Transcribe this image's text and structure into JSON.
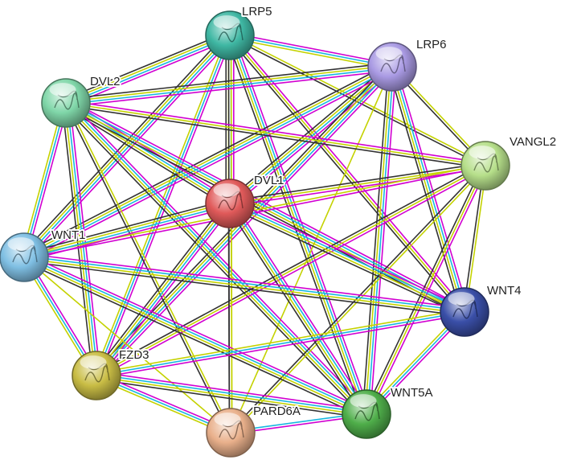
{
  "network": {
    "nodes": [
      {
        "id": "LRP5",
        "label": "LRP5",
        "color": "#3fb7a3"
      },
      {
        "id": "LRP6",
        "label": "LRP6",
        "color": "#a99ae3"
      },
      {
        "id": "DVL2",
        "label": "DVL2",
        "color": "#7fd6a8"
      },
      {
        "id": "VANGL2",
        "label": "VANGL2",
        "color": "#b6df8a"
      },
      {
        "id": "DVL1",
        "label": "DVL1",
        "color": "#e05a5a"
      },
      {
        "id": "WNT1",
        "label": "WNT1",
        "color": "#7fbfe3"
      },
      {
        "id": "WNT4",
        "label": "WNT4",
        "color": "#3a4fa8"
      },
      {
        "id": "FZD3",
        "label": "FZD3",
        "color": "#c9bd45"
      },
      {
        "id": "WNT5A",
        "label": "WNT5A",
        "color": "#4fae4a"
      },
      {
        "id": "PARD6A",
        "label": "PARD6A",
        "color": "#e9b08b"
      }
    ],
    "edges": [
      {
        "a": "LRP5",
        "b": "LRP6",
        "colors": [
          "#d100d1",
          "#19b7e0",
          "#c4d200"
        ]
      },
      {
        "a": "LRP5",
        "b": "DVL2",
        "colors": [
          "#d100d1",
          "#19b7e0",
          "#c4d200",
          "#333333"
        ]
      },
      {
        "a": "LRP5",
        "b": "VANGL2",
        "colors": [
          "#c4d200",
          "#333333"
        ]
      },
      {
        "a": "LRP5",
        "b": "DVL1",
        "colors": [
          "#d100d1",
          "#19b7e0",
          "#c4d200",
          "#333333"
        ]
      },
      {
        "a": "LRP5",
        "b": "WNT1",
        "colors": [
          "#d100d1",
          "#19b7e0",
          "#c4d200",
          "#333333"
        ]
      },
      {
        "a": "LRP5",
        "b": "WNT4",
        "colors": [
          "#d100d1",
          "#c4d200",
          "#333333"
        ]
      },
      {
        "a": "LRP5",
        "b": "FZD3",
        "colors": [
          "#d100d1",
          "#19b7e0",
          "#c4d200"
        ]
      },
      {
        "a": "LRP5",
        "b": "WNT5A",
        "colors": [
          "#d100d1",
          "#19b7e0",
          "#c4d200",
          "#333333"
        ]
      },
      {
        "a": "LRP5",
        "b": "PARD6A",
        "colors": [
          "#c4d200",
          "#333333"
        ]
      },
      {
        "a": "LRP6",
        "b": "DVL2",
        "colors": [
          "#d100d1",
          "#19b7e0",
          "#c4d200",
          "#333333"
        ]
      },
      {
        "a": "LRP6",
        "b": "VANGL2",
        "colors": [
          "#c4d200",
          "#333333"
        ]
      },
      {
        "a": "LRP6",
        "b": "DVL1",
        "colors": [
          "#d100d1",
          "#19b7e0",
          "#c4d200",
          "#333333"
        ]
      },
      {
        "a": "LRP6",
        "b": "WNT1",
        "colors": [
          "#d100d1",
          "#19b7e0",
          "#c4d200",
          "#333333"
        ]
      },
      {
        "a": "LRP6",
        "b": "WNT4",
        "colors": [
          "#d100d1",
          "#19b7e0",
          "#c4d200",
          "#333333"
        ]
      },
      {
        "a": "LRP6",
        "b": "FZD3",
        "colors": [
          "#d100d1",
          "#19b7e0",
          "#c4d200",
          "#333333"
        ]
      },
      {
        "a": "LRP6",
        "b": "WNT5A",
        "colors": [
          "#d100d1",
          "#19b7e0",
          "#c4d200",
          "#333333"
        ]
      },
      {
        "a": "LRP6",
        "b": "PARD6A",
        "colors": [
          "#c4d200"
        ]
      },
      {
        "a": "DVL2",
        "b": "VANGL2",
        "colors": [
          "#d100d1",
          "#c4d200",
          "#333333"
        ]
      },
      {
        "a": "DVL2",
        "b": "DVL1",
        "colors": [
          "#d100d1",
          "#19b7e0",
          "#c4d200",
          "#333333"
        ]
      },
      {
        "a": "DVL2",
        "b": "WNT1",
        "colors": [
          "#d100d1",
          "#19b7e0",
          "#c4d200"
        ]
      },
      {
        "a": "DVL2",
        "b": "WNT4",
        "colors": [
          "#d100d1",
          "#19b7e0",
          "#c4d200",
          "#333333"
        ]
      },
      {
        "a": "DVL2",
        "b": "FZD3",
        "colors": [
          "#d100d1",
          "#19b7e0",
          "#c4d200",
          "#333333"
        ]
      },
      {
        "a": "DVL2",
        "b": "WNT5A",
        "colors": [
          "#d100d1",
          "#19b7e0",
          "#c4d200",
          "#333333"
        ]
      },
      {
        "a": "DVL2",
        "b": "PARD6A",
        "colors": [
          "#c4d200",
          "#333333"
        ]
      },
      {
        "a": "VANGL2",
        "b": "DVL1",
        "colors": [
          "#d100d1",
          "#c4d200",
          "#333333"
        ]
      },
      {
        "a": "VANGL2",
        "b": "WNT1",
        "colors": [
          "#d100d1",
          "#c4d200"
        ]
      },
      {
        "a": "VANGL2",
        "b": "WNT4",
        "colors": [
          "#c4d200",
          "#333333"
        ]
      },
      {
        "a": "VANGL2",
        "b": "FZD3",
        "colors": [
          "#d100d1",
          "#c4d200",
          "#333333"
        ]
      },
      {
        "a": "VANGL2",
        "b": "WNT5A",
        "colors": [
          "#d100d1",
          "#c4d200",
          "#333333"
        ]
      },
      {
        "a": "VANGL2",
        "b": "PARD6A",
        "colors": [
          "#c4d200",
          "#333333"
        ]
      },
      {
        "a": "DVL1",
        "b": "WNT1",
        "colors": [
          "#d100d1",
          "#19b7e0",
          "#c4d200",
          "#333333"
        ]
      },
      {
        "a": "DVL1",
        "b": "WNT4",
        "colors": [
          "#d100d1",
          "#19b7e0",
          "#c4d200",
          "#333333"
        ]
      },
      {
        "a": "DVL1",
        "b": "FZD3",
        "colors": [
          "#d100d1",
          "#19b7e0",
          "#c4d200",
          "#333333"
        ]
      },
      {
        "a": "DVL1",
        "b": "WNT5A",
        "colors": [
          "#d100d1",
          "#19b7e0",
          "#c4d200",
          "#333333"
        ]
      },
      {
        "a": "DVL1",
        "b": "PARD6A",
        "colors": [
          "#c4d200",
          "#333333"
        ]
      },
      {
        "a": "WNT1",
        "b": "WNT4",
        "colors": [
          "#d100d1",
          "#19b7e0",
          "#c4d200",
          "#333333"
        ]
      },
      {
        "a": "WNT1",
        "b": "FZD3",
        "colors": [
          "#d100d1",
          "#19b7e0",
          "#c4d200"
        ]
      },
      {
        "a": "WNT1",
        "b": "WNT5A",
        "colors": [
          "#d100d1",
          "#19b7e0",
          "#c4d200",
          "#333333"
        ]
      },
      {
        "a": "WNT1",
        "b": "PARD6A",
        "colors": [
          "#c4d200"
        ]
      },
      {
        "a": "WNT4",
        "b": "FZD3",
        "colors": [
          "#d100d1",
          "#19b7e0",
          "#c4d200"
        ]
      },
      {
        "a": "WNT4",
        "b": "WNT5A",
        "colors": [
          "#d100d1",
          "#19b7e0",
          "#c4d200"
        ]
      },
      {
        "a": "FZD3",
        "b": "WNT5A",
        "colors": [
          "#d100d1",
          "#19b7e0",
          "#c4d200",
          "#333333"
        ]
      },
      {
        "a": "FZD3",
        "b": "PARD6A",
        "colors": [
          "#d100d1",
          "#19b7e0",
          "#c4d200"
        ]
      },
      {
        "a": "WNT5A",
        "b": "PARD6A",
        "colors": [
          "#d100d1",
          "#19b7e0"
        ]
      }
    ]
  }
}
